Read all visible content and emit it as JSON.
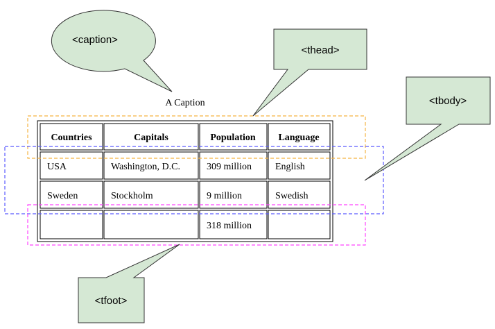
{
  "callouts": {
    "caption": "<caption>",
    "thead": "<thead>",
    "tbody": "<tbody>",
    "tfoot": "<tfoot>"
  },
  "table": {
    "caption": "A Caption",
    "headers": [
      "Countries",
      "Capitals",
      "Population",
      "Language"
    ],
    "rows": [
      [
        "USA",
        "Washington, D.C.",
        "309 million",
        "English"
      ],
      [
        "Sweden",
        "Stockholm",
        "9 million",
        "Swedish"
      ]
    ],
    "footer": [
      "",
      "",
      "318 million",
      ""
    ]
  },
  "colors": {
    "callout_fill": "#d5e8d4",
    "thead_outline": "#f5b342",
    "tbody_outline": "#5b5bff",
    "tfoot_outline": "#ff44ff"
  }
}
